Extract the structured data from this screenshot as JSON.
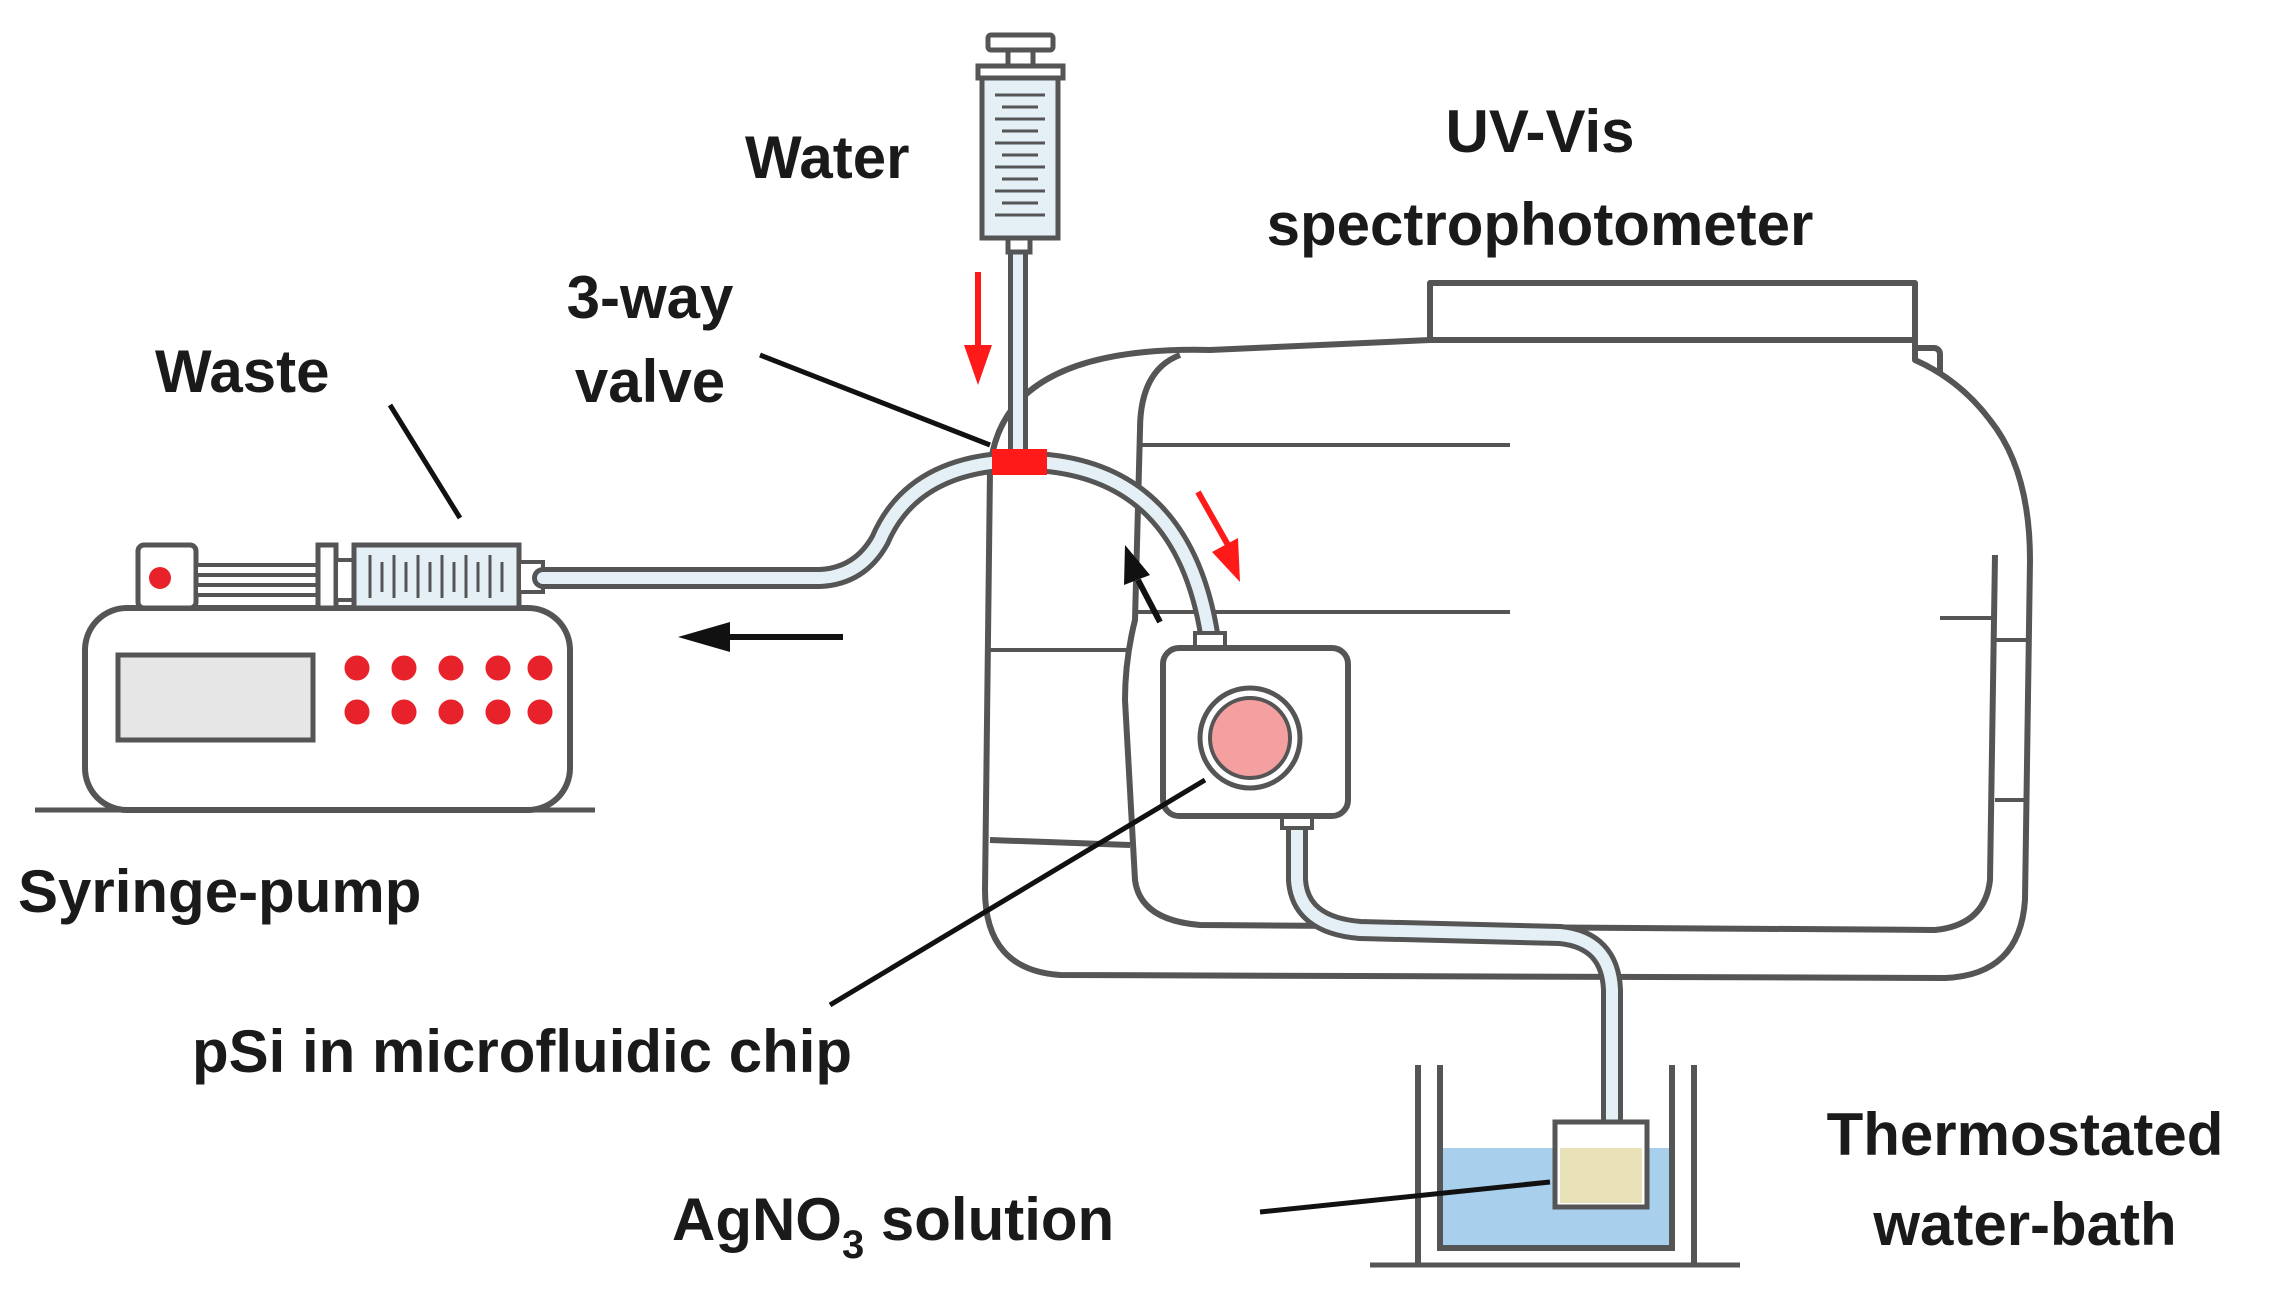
{
  "labels": {
    "water": "Water",
    "uv_vis_line1": "UV-Vis",
    "uv_vis_line2": "spectrophotometer",
    "valve_line1": "3-way",
    "valve_line2": "valve",
    "waste": "Waste",
    "syringe_pump": "Syringe-pump",
    "psi_chip": "pSi in microfluidic chip",
    "agno3_prefix": "AgNO",
    "agno3_sub": "3",
    "agno3_suffix": " solution",
    "bath_line1": "Thermostated",
    "bath_line2": "water-bath"
  },
  "colors": {
    "outline": "#555555",
    "tube_fill": "#e4f0f5",
    "valve": "#ff1a1a",
    "flow_arrow_red": "#ff1a1a",
    "flow_arrow_black": "#111111",
    "button_red": "#e8222a",
    "chip_window": "#f4a0a0",
    "bath_water": "#a8d0ec",
    "solution": "#e9e1b8",
    "screen": "#e6e6e6"
  },
  "icons": {
    "water_syringe": "syringe-icon",
    "pump": "syringe-pump-icon",
    "spectrometer": "spectrophotometer-icon",
    "chip": "microfluidic-chip-icon",
    "bath": "water-bath-icon"
  }
}
